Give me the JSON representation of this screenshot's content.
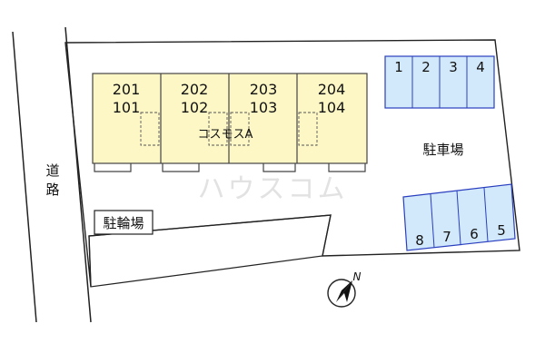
{
  "road_label": [
    "道",
    "路"
  ],
  "building": {
    "name": "コスモスA",
    "units": [
      {
        "upper": "201",
        "lower": "101"
      },
      {
        "upper": "202",
        "lower": "102"
      },
      {
        "upper": "203",
        "lower": "103"
      },
      {
        "upper": "204",
        "lower": "104"
      }
    ]
  },
  "parking": {
    "label": "駐車場",
    "top_row": [
      "1",
      "2",
      "3",
      "4"
    ],
    "bottom_row": [
      "8",
      "7",
      "6",
      "5"
    ]
  },
  "bicycle_parking": {
    "label": "駐輪場"
  },
  "compass": {
    "label": "N"
  },
  "watermark": "ハウスコム",
  "colors": {
    "building_fill": "#fdf7c6",
    "parking_fill": "#d2e8fb",
    "parking_stroke": "#2a3fbf"
  }
}
